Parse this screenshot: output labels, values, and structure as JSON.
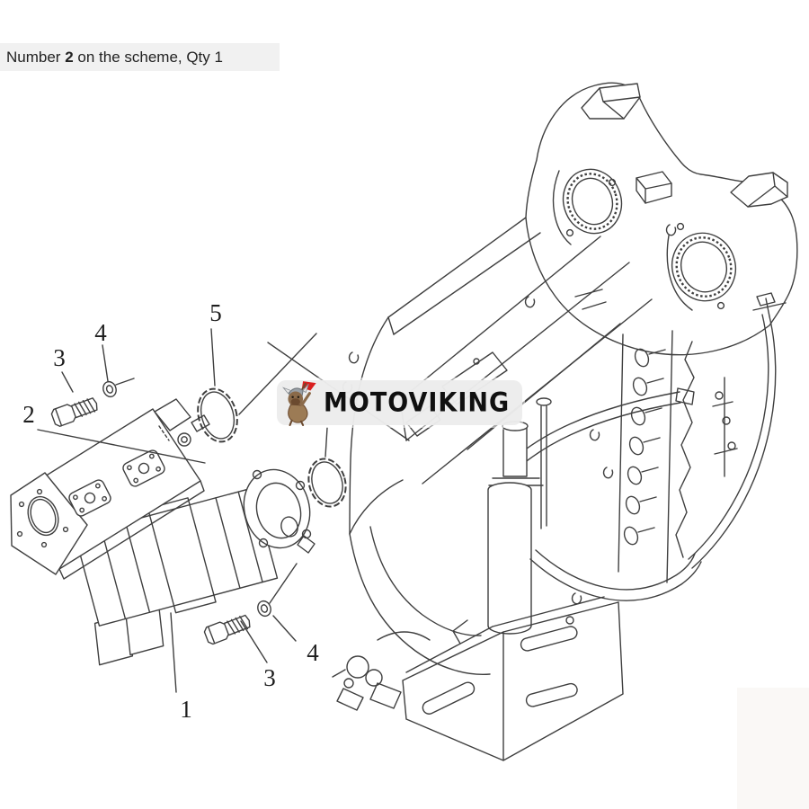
{
  "header": {
    "prefix": "Number ",
    "part_number": "2",
    "suffix": " on the scheme, Qty 1",
    "background": "#f1f1f1"
  },
  "watermark": {
    "text": "MOTOVIKING",
    "mascot_icon": "viking-dog-icon",
    "pill_background": "#ececec",
    "text_color": "#101010",
    "flag_color": "#d91f1f"
  },
  "diagram": {
    "type": "exploded-parts-drawing",
    "subject": "hydraulic gear pump mounted to transmission housing",
    "line_color": "#3f3f3f",
    "background": "#ffffff",
    "corner_tint": "#faf8f6",
    "callouts": [
      {
        "label": "2"
      },
      {
        "label": "3"
      },
      {
        "label": "4"
      },
      {
        "label": "5"
      },
      {
        "label": "1"
      },
      {
        "label": "3"
      },
      {
        "label": "4"
      }
    ]
  }
}
